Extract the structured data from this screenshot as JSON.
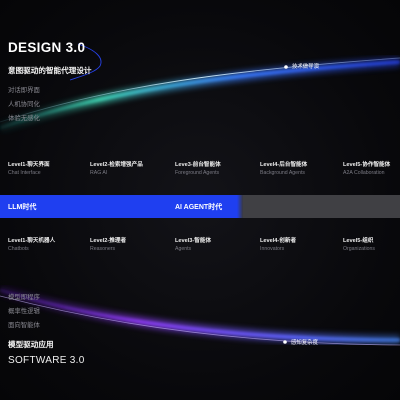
{
  "top": {
    "title": "DESIGN 3.0",
    "subtitle": "意图驱动的智能代理设计",
    "features": [
      "对话即界面",
      "人机协同化",
      "体验无感化"
    ],
    "badge": "技术做导演"
  },
  "top_levels": [
    {
      "name": "Level1-聊天界面",
      "en": "Chat Interface"
    },
    {
      "name": "Level2-检索增强产品",
      "en": "RAG  AI"
    },
    {
      "name": "Leve3-前台智能体",
      "en": "Foreground Agents"
    },
    {
      "name": "Level4-后台智能体",
      "en": "Background Agents"
    },
    {
      "name": "Level5-协作智能体",
      "en": "A2A Collaboration"
    }
  ],
  "band": {
    "left_label": "LLM时代",
    "right_label": "AI AGENT时代"
  },
  "bottom_levels": [
    {
      "name": "Level1-聊天机器人",
      "en": "Chatbots"
    },
    {
      "name": "Level2-推理者",
      "en": "Reasoners"
    },
    {
      "name": "Level3-智能体",
      "en": "Agents"
    },
    {
      "name": "Level4-创新者",
      "en": "Innovators"
    },
    {
      "name": "Level5-组织",
      "en": "Organizations"
    }
  ],
  "bottom": {
    "features": [
      "模型即程序",
      "概率性逻辑",
      "面向智能体"
    ],
    "badge": "感知复杂度",
    "subtitle": "模型驱动应用",
    "title": "SOFTWARE 3.0"
  },
  "colors": {
    "band_llm": "#1f3ff0",
    "band_agent": "#404044",
    "top_curve_start": "#2fb8a8",
    "top_curve_end": "#1f3ff0",
    "bottom_curve_start": "#7a2fd8",
    "bottom_curve_end": "#4a7cff"
  }
}
